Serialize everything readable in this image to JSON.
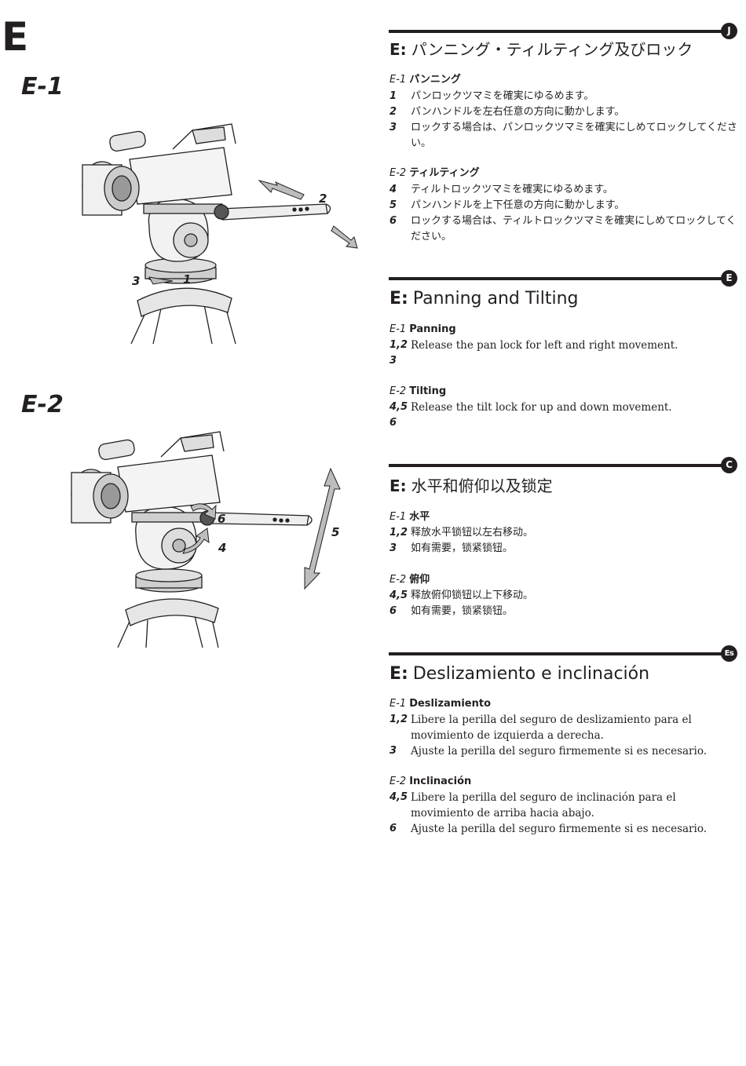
{
  "page_letter": "E",
  "figures": {
    "e1": {
      "label": "E-1",
      "callouts": {
        "c1": "1",
        "c2": "2",
        "c3": "3"
      }
    },
    "e2": {
      "label": "E-2",
      "callouts": {
        "c4": "4",
        "c5": "5",
        "c6": "6"
      }
    }
  },
  "sections": {
    "jp": {
      "badge": "J",
      "prefix": "E:",
      "title": "パンニング・ティルティング及びロック",
      "sub1": {
        "code": "E-1",
        "name": "パンニング"
      },
      "steps1": [
        {
          "num": "1",
          "text": "パンロックツマミを確実にゆるめます。"
        },
        {
          "num": "2",
          "text": "パンハンドルを左右任意の方向に動かします。"
        },
        {
          "num": "3",
          "text": "ロックする場合は、パンロックツマミを確実にしめてロックしてください。"
        }
      ],
      "sub2": {
        "code": "E-2",
        "name": "ティルティング"
      },
      "steps2": [
        {
          "num": "4",
          "text": "ティルトロックツマミを確実にゆるめます。"
        },
        {
          "num": "5",
          "text": "パンハンドルを上下任意の方向に動かします。"
        },
        {
          "num": "6",
          "text": "ロックする場合は、ティルトロックツマミを確実にしめてロックしてください。"
        }
      ]
    },
    "en": {
      "badge": "E",
      "prefix": "E:",
      "title": "Panning and Tilting",
      "sub1": {
        "code": "E-1",
        "name": "Panning"
      },
      "steps1": [
        {
          "num": "1,2",
          "text": "Release the pan lock  for left and right movement."
        },
        {
          "num": "3",
          "text": ""
        }
      ],
      "sub2": {
        "code": "E-2",
        "name": "Tilting"
      },
      "steps2": [
        {
          "num": "4,5",
          "text": "Release the tilt lock  for up and down movement."
        },
        {
          "num": "6",
          "text": ""
        }
      ]
    },
    "cn": {
      "badge": "C",
      "prefix": "E:",
      "title": "水平和俯仰以及锁定",
      "sub1": {
        "code": "E-1",
        "name": "水平"
      },
      "steps1": [
        {
          "num": "1,2",
          "text": "释放水平锁钮以左右移动。"
        },
        {
          "num": "3",
          "text": "如有需要，锁紧锁钮。"
        }
      ],
      "sub2": {
        "code": "E-2",
        "name": "俯仰"
      },
      "steps2": [
        {
          "num": "4,5",
          "text": "释放俯仰锁钮以上下移动。"
        },
        {
          "num": "6",
          "text": "如有需要，锁紧锁钮。"
        }
      ]
    },
    "es": {
      "badge": "Es",
      "prefix": "E:",
      "title": "Deslizamiento e inclinación",
      "sub1": {
        "code": "E-1",
        "name": "Deslizamiento"
      },
      "steps1": [
        {
          "num": "1,2",
          "text": "Libere la perilla del seguro de deslizamiento para el movimiento de izquierda a derecha."
        },
        {
          "num": "3",
          "text": "Ajuste la perilla del seguro firmemente si es necesario."
        }
      ],
      "sub2": {
        "code": "E-2",
        "name": "Inclinación"
      },
      "steps2": [
        {
          "num": "4,5",
          "text": "Libere la perilla del seguro de inclinación para el movimiento de arriba hacia abajo."
        },
        {
          "num": "6",
          "text": "Ajuste la perilla del seguro firmemente si es necesario."
        }
      ]
    }
  }
}
